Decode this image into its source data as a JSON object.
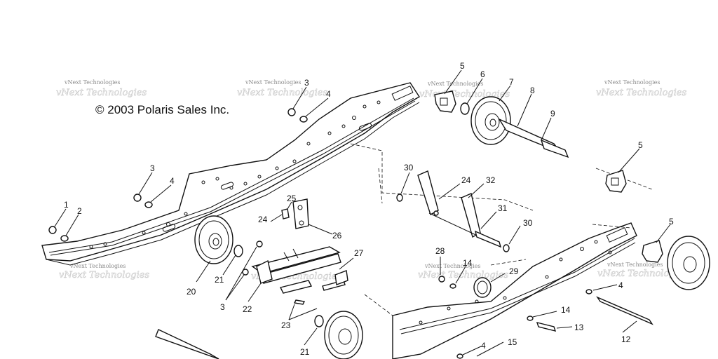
{
  "copyright": "© 2003 Polaris Sales Inc.",
  "watermark": "vNext Technologies",
  "callouts": {
    "c1": "1",
    "c2": "2",
    "c3a": "3",
    "c3b": "3",
    "c3c": "3",
    "c4a": "4",
    "c4b": "4",
    "c4c": "4",
    "c4d": "4",
    "c5a": "5",
    "c5b": "5",
    "c5c": "5",
    "c6": "6",
    "c7": "7",
    "c8": "8",
    "c9": "9",
    "c12": "12",
    "c13": "13",
    "c14a": "14",
    "c14b": "14",
    "c15": "15",
    "c20": "20",
    "c21a": "21",
    "c21b": "21",
    "c22": "22",
    "c23": "23",
    "c24a": "24",
    "c24b": "24",
    "c25": "25",
    "c26": "26",
    "c27": "27",
    "c28": "28",
    "c29": "29",
    "c30a": "30",
    "c30b": "30",
    "c31": "31",
    "c32": "32"
  }
}
